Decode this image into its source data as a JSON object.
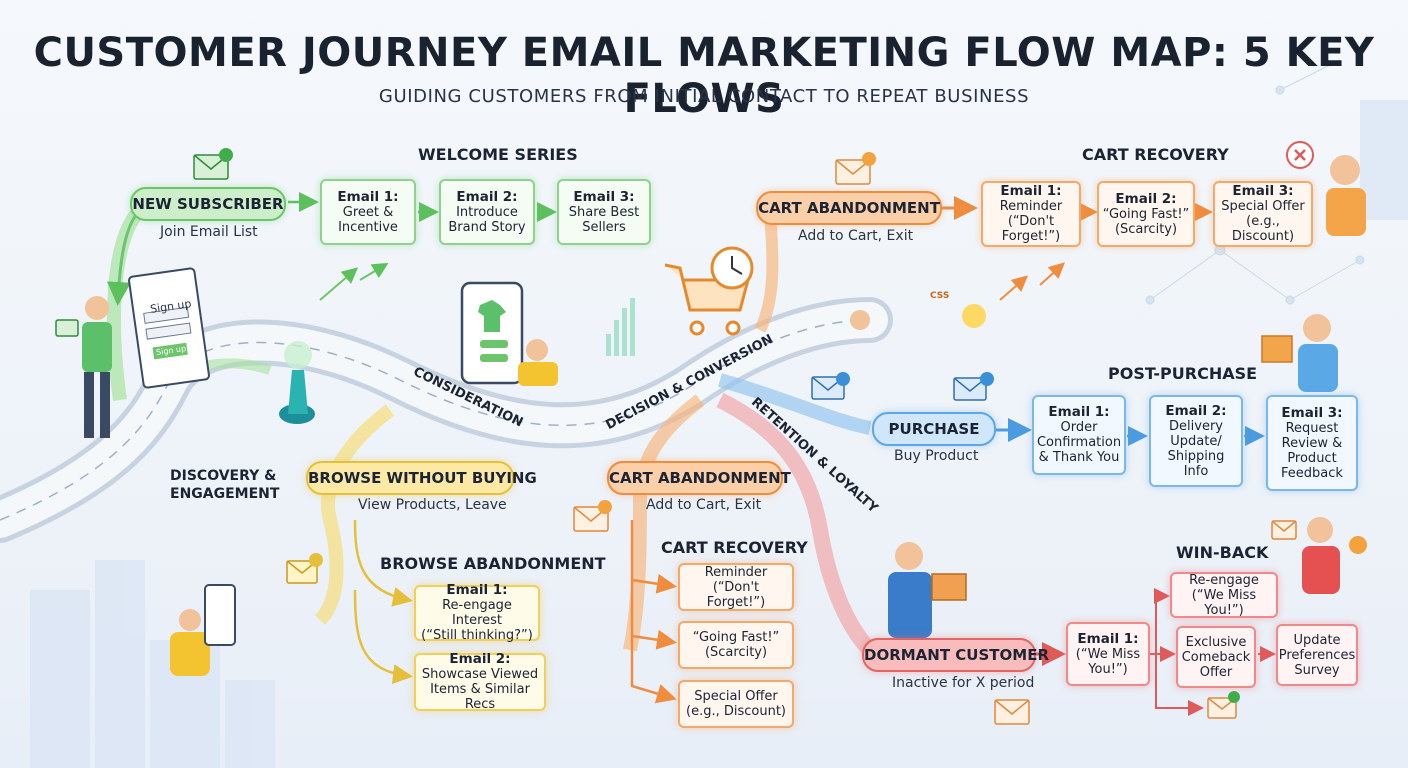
{
  "title": "CUSTOMER JOURNEY EMAIL MARKETING FLOW MAP: 5 KEY FLOWS",
  "subtitle": "GUIDING CUSTOMERS FROM INITIAL CONTACT TO REPEAT BUSINESS",
  "colors": {
    "green": "#6cc46c",
    "orange": "#f08c3e",
    "blue": "#5aa8e6",
    "yellow": "#e6bf3a",
    "red": "#e26464"
  },
  "stages": {
    "discovery": "DISCOVERY &",
    "engagement": "ENGAGEMENT",
    "consideration": "CONSIDERATION",
    "decision": "DECISION & CONVERSION",
    "retention": "RETENTION & LOYALTY"
  },
  "signup": {
    "title": "Sign up",
    "button": "Sign up"
  },
  "welcome": {
    "header": "WELCOME SERIES",
    "trigger": "NEW SUBSCRIBER",
    "trigger_sub": "Join Email List",
    "e1_t": "Email 1:",
    "e1_a": "Greet &",
    "e1_b": "Incentive",
    "e2_t": "Email 2:",
    "e2_a": "Introduce",
    "e2_b": "Brand Story",
    "e3_t": "Email 3:",
    "e3_a": "Share Best",
    "e3_b": "Sellers"
  },
  "cart_top": {
    "header": "CART RECOVERY",
    "trigger": "CART ABANDONMENT",
    "trigger_sub": "Add to Cart, Exit",
    "e1_t": "Email 1:",
    "e1_a": "Reminder",
    "e1_b": "(“Don't Forget!”)",
    "e2_t": "Email 2:",
    "e2_a": "“Going Fast!”",
    "e2_b": "(Scarcity)",
    "e3_t": "Email 3:",
    "e3_a": "Special Offer",
    "e3_b": "(e.g., Discount)"
  },
  "post": {
    "header": "POST-PURCHASE",
    "trigger": "PURCHASE",
    "trigger_sub": "Buy Product",
    "e1_t": "Email 1:",
    "e1_a": "Order",
    "e1_b": "Confirmation",
    "e1_c": "& Thank You",
    "e2_t": "Email 2:",
    "e2_a": "Delivery",
    "e2_b": "Update/",
    "e2_c": "Shipping",
    "e2_d": "Info",
    "e3_t": "Email 3:",
    "e3_a": "Request",
    "e3_b": "Review &",
    "e3_c": "Product",
    "e3_d": "Feedback"
  },
  "browse": {
    "header": "BROWSE ABANDONMENT",
    "trigger": "BROWSE WITHOUT BUYING",
    "trigger_sub": "View Products, Leave",
    "e1_t": "Email 1:",
    "e1_a": "Re-engage Interest",
    "e1_b": "(“Still thinking?”)",
    "e2_t": "Email 2:",
    "e2_a": "Showcase Viewed",
    "e2_b": "Items & Similar Recs"
  },
  "cart_mid": {
    "header": "CART RECOVERY",
    "trigger": "CART ABANDONMENT",
    "trigger_sub": "Add to Cart, Exit",
    "e1_a": "Reminder",
    "e1_b": "(“Don't Forget!”)",
    "e2_a": "“Going Fast!”",
    "e2_b": "(Scarcity)",
    "e3_a": "Special Offer",
    "e3_b": "(e.g., Discount)"
  },
  "winback": {
    "header": "WIN-BACK",
    "trigger": "DORMANT CUSTOMER",
    "trigger_sub": "Inactive for X period",
    "e1_t": "Email 1:",
    "e1_a": "(“We Miss",
    "e1_b": "You!”)",
    "o1_a": "Re-engage",
    "o1_b": "(“We Miss You!”)",
    "o2_a": "Exclusive",
    "o2_b": "Comeback",
    "o2_c": "Offer",
    "o3_a": "Update",
    "o3_b": "Preferences",
    "o3_c": "Survey"
  },
  "tag_css": "CSS"
}
